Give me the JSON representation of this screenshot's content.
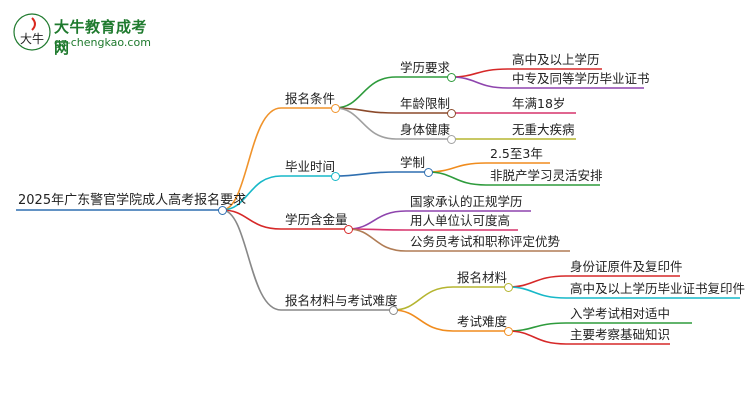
{
  "logo": {
    "name": "大牛教育成考网",
    "url": "gz-chengkao.com",
    "mark_text": "大牛",
    "colors": {
      "brand": "#1f7a2e",
      "accent": "#d9281e"
    }
  },
  "mindmap": {
    "root": "2025年广东警官学院成人高考报名要求",
    "branches": [
      {
        "label": "报名条件",
        "color": "#f0932b",
        "children": [
          {
            "label": "学历要求",
            "color": "#2e9b3c",
            "children": [
              "高中及以上学历",
              "中专及同等学历毕业证书"
            ],
            "leaf_colors": [
              "#d62828",
              "#8e44ad"
            ]
          },
          {
            "label": "年龄限制",
            "color": "#8b4a2b",
            "children": [
              "年满18岁"
            ],
            "leaf_colors": [
              "#d6336c"
            ]
          },
          {
            "label": "身体健康",
            "color": "#a0a0a0",
            "children": [
              "无重大疾病"
            ],
            "leaf_colors": [
              "#b5b530"
            ]
          }
        ]
      },
      {
        "label": "毕业时间",
        "color": "#17b8c8",
        "children": [
          {
            "label": "学制",
            "color": "#2f6fb0",
            "children": [
              "2.5至3年",
              "非脱产学习灵活安排"
            ],
            "leaf_colors": [
              "#f08c1e",
              "#2e9b3c"
            ]
          }
        ]
      },
      {
        "label": "学历含金量",
        "color": "#d62828",
        "children": [
          {
            "label": "国家承认的正规学历",
            "color": "#8e44ad",
            "children": []
          },
          {
            "label": "用人单位认可度高",
            "color": "#d6336c",
            "children": []
          },
          {
            "label": "公务员考试和职称评定优势",
            "color": "#b07c55",
            "children": []
          }
        ]
      },
      {
        "label": "报名材料与考试难度",
        "color": "#888888",
        "children": [
          {
            "label": "报名材料",
            "color": "#b5b530",
            "children": [
              "身份证原件及复印件",
              "高中及以上学历毕业证书复印件"
            ],
            "leaf_colors": [
              "#d62828",
              "#17b8c8"
            ]
          },
          {
            "label": "考试难度",
            "color": "#f08c1e",
            "children": [
              "入学考试相对适中",
              "主要考察基础知识"
            ],
            "leaf_colors": [
              "#2e9b3c",
              "#d62828"
            ]
          }
        ]
      }
    ]
  }
}
